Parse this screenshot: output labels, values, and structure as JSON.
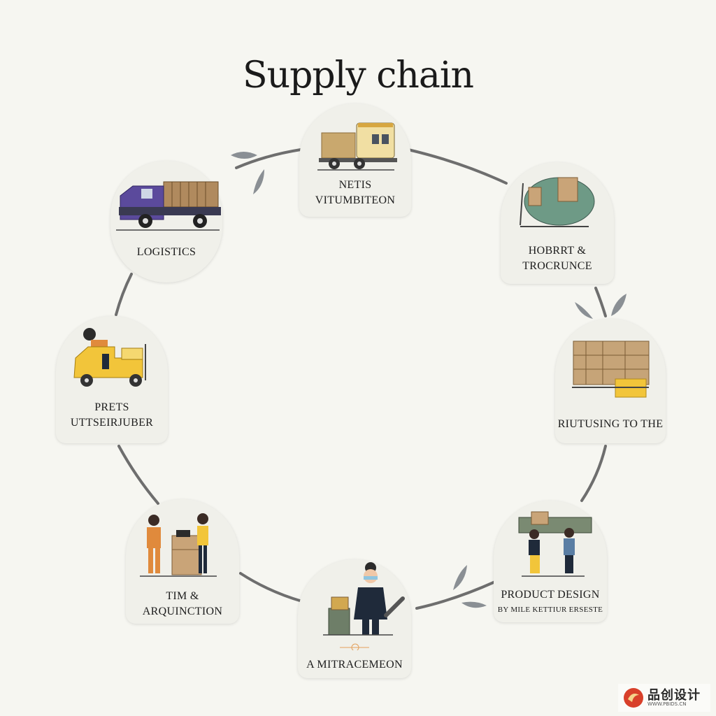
{
  "title": "Supply chain",
  "stages": [
    {
      "name": "top",
      "lines": [
        "NETIS",
        "VITUMBITEON"
      ]
    },
    {
      "name": "top-right",
      "lines": [
        "HOBRRT &",
        "TROCRUNCE"
      ]
    },
    {
      "name": "right",
      "lines": [
        "RIUTUSING TO THE"
      ]
    },
    {
      "name": "bottom-right",
      "lines": [
        "PRODUCT DESIGN",
        "BY MILE KETTIUR ERSESTE"
      ]
    },
    {
      "name": "bottom",
      "lines": [
        "A MITRACEMEON"
      ]
    },
    {
      "name": "bottom-left",
      "lines": [
        "TIM &",
        "ARQUINCTION"
      ]
    },
    {
      "name": "left",
      "lines": [
        "PRETS",
        "UTTSEIRJUBER"
      ]
    },
    {
      "name": "top-left",
      "lines": [
        "LOGISTICS"
      ]
    }
  ],
  "watermark": {
    "brand": "品创设计",
    "url": "WWW.PBIDS.CN"
  },
  "colors": {
    "ring": "#6b6b6b",
    "card": "#f0f0ea",
    "background": "#f6f6f1",
    "leaf": "#8a8f94"
  }
}
